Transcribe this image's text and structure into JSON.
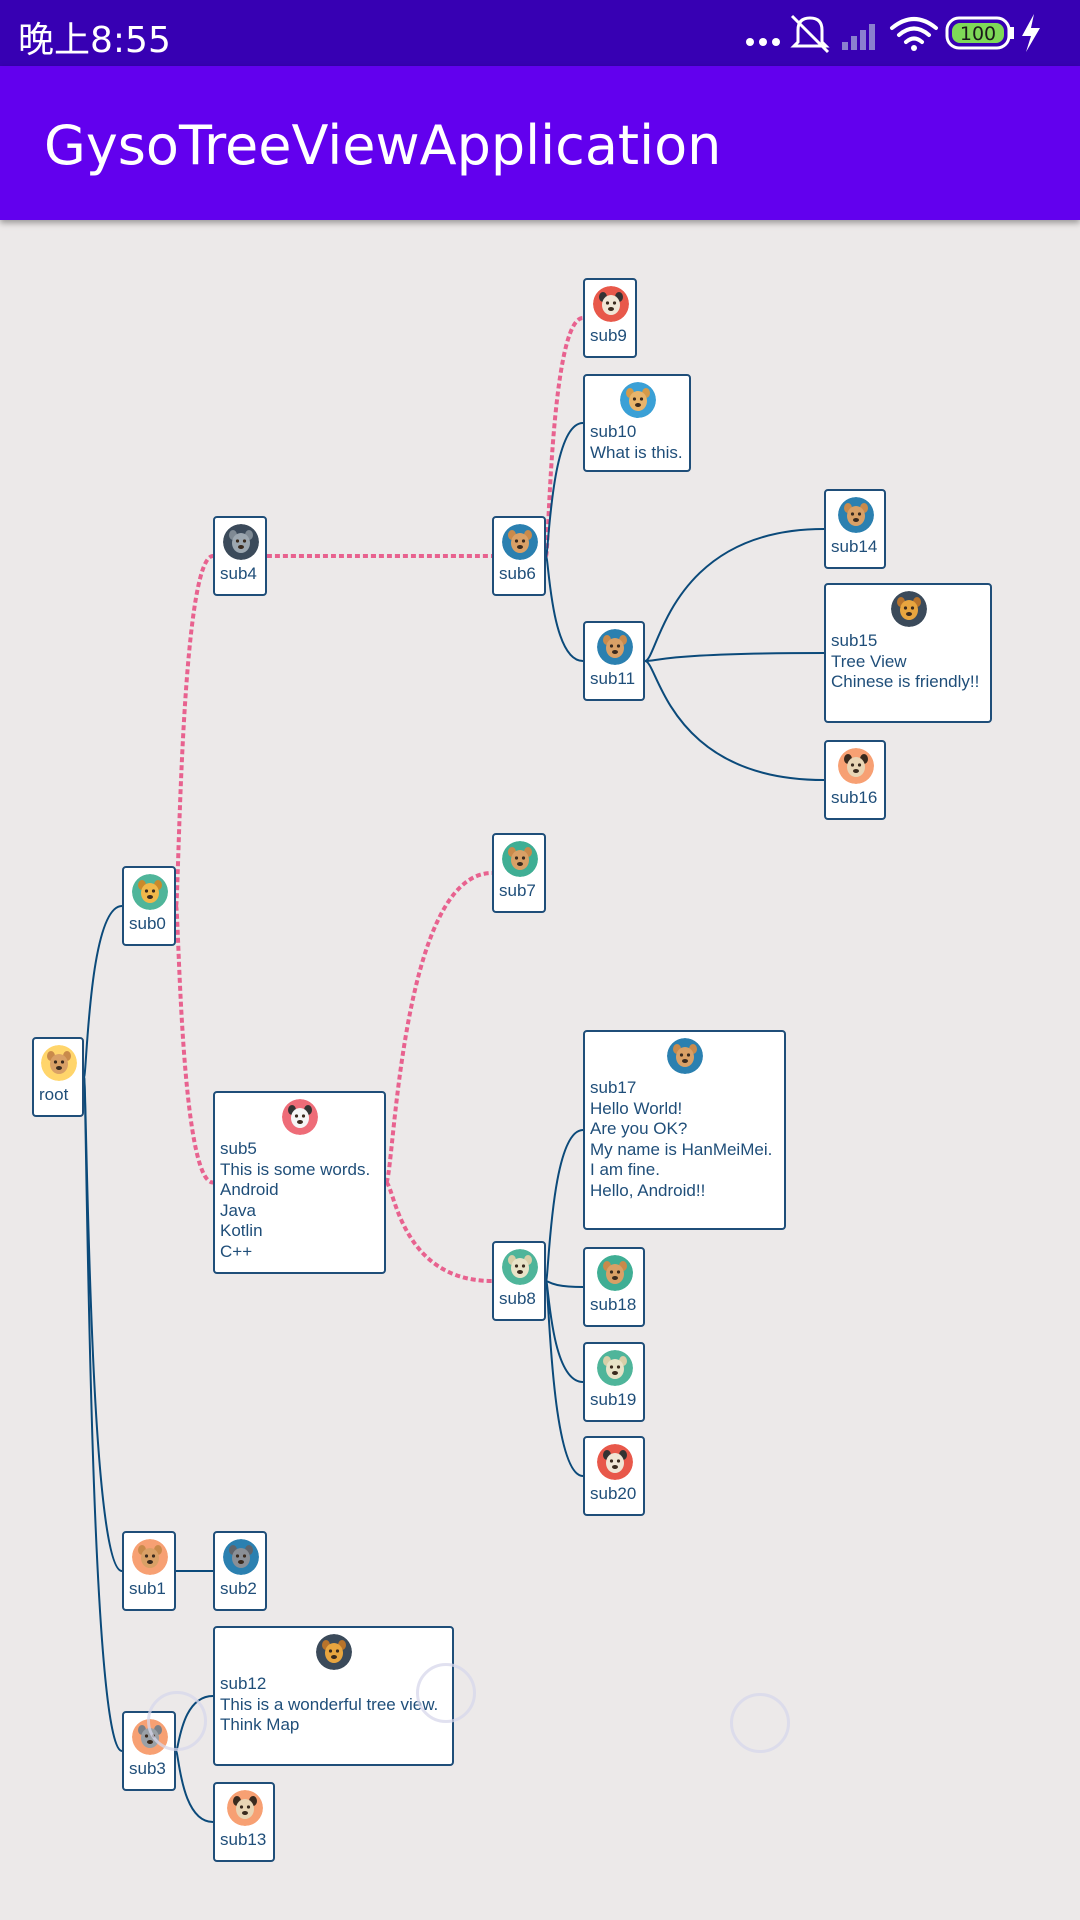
{
  "status_bar": {
    "time": "晚上8:55",
    "battery": "100",
    "background": "#3700b3"
  },
  "app_bar": {
    "title": "GysoTreeViewApplication",
    "background": "#6200ee"
  },
  "colors": {
    "node_border": "#1f4e79",
    "edge": "#0b4a7a",
    "dashed_edge": "#e8628f",
    "canvas_bg": "#ece9e9"
  },
  "tree": {
    "nodes": [
      {
        "id": "root",
        "animal": "dog",
        "bg": "#ffd56b",
        "lines": [
          "root"
        ]
      },
      {
        "id": "sub0",
        "animal": "tiger",
        "bg": "#4fb59a",
        "lines": [
          "sub0"
        ]
      },
      {
        "id": "sub1",
        "animal": "deer",
        "bg": "#f7a073",
        "lines": [
          "sub1"
        ]
      },
      {
        "id": "sub2",
        "animal": "wolf",
        "bg": "#2b80b0",
        "lines": [
          "sub2"
        ]
      },
      {
        "id": "sub3",
        "animal": "koala",
        "bg": "#f7a073",
        "lines": [
          "sub3"
        ]
      },
      {
        "id": "sub4",
        "animal": "elephant",
        "bg": "#3b4a5a",
        "lines": [
          "sub4"
        ]
      },
      {
        "id": "sub5",
        "animal": "panda",
        "bg": "#ee6c78",
        "lines": [
          "sub5",
          "This is some words.",
          "Android",
          "Java",
          "Kotlin",
          "C++"
        ]
      },
      {
        "id": "sub6",
        "animal": "bull",
        "bg": "#2b80b0",
        "lines": [
          "sub6"
        ]
      },
      {
        "id": "sub7",
        "animal": "deer",
        "bg": "#3fae94",
        "lines": [
          "sub7"
        ]
      },
      {
        "id": "sub8",
        "animal": "sheep",
        "bg": "#4fb59a",
        "lines": [
          "sub8"
        ]
      },
      {
        "id": "sub9",
        "animal": "antelope",
        "bg": "#e8584a",
        "lines": [
          "sub9"
        ]
      },
      {
        "id": "sub10",
        "animal": "cat",
        "bg": "#3aa0d6",
        "lines": [
          "sub10",
          "What is this."
        ]
      },
      {
        "id": "sub11",
        "animal": "kangaroo",
        "bg": "#2b80b0",
        "lines": [
          "sub11"
        ]
      },
      {
        "id": "sub12",
        "animal": "lion",
        "bg": "#3b4a5a",
        "lines": [
          "sub12",
          "This is a wonderful tree view.",
          "Think Map"
        ]
      },
      {
        "id": "sub13",
        "animal": "pug",
        "bg": "#f7a073",
        "lines": [
          "sub13"
        ]
      },
      {
        "id": "sub14",
        "animal": "kangaroo",
        "bg": "#2b80b0",
        "lines": [
          "sub14"
        ]
      },
      {
        "id": "sub15",
        "animal": "lion",
        "bg": "#3b4a5a",
        "lines": [
          "sub15",
          "Tree View",
          "Chinese is friendly!!"
        ]
      },
      {
        "id": "sub16",
        "animal": "pug",
        "bg": "#f7a073",
        "lines": [
          "sub16"
        ]
      },
      {
        "id": "sub17",
        "animal": "bull",
        "bg": "#2b80b0",
        "lines": [
          "sub17",
          "Hello World!",
          "Are you OK?",
          "My name is HanMeiMei.",
          "I am fine.",
          "Hello, Android!!"
        ]
      },
      {
        "id": "sub18",
        "animal": "deer",
        "bg": "#3fae94",
        "lines": [
          "sub18"
        ]
      },
      {
        "id": "sub19",
        "animal": "sheep",
        "bg": "#4fb59a",
        "lines": [
          "sub19"
        ]
      },
      {
        "id": "sub20",
        "animal": "antelope",
        "bg": "#e8584a",
        "lines": [
          "sub20"
        ]
      }
    ],
    "edges": [
      {
        "from": "root",
        "to": "sub0",
        "dashed": false
      },
      {
        "from": "root",
        "to": "sub1",
        "dashed": false
      },
      {
        "from": "root",
        "to": "sub3",
        "dashed": false
      },
      {
        "from": "sub0",
        "to": "sub4",
        "dashed": true
      },
      {
        "from": "sub0",
        "to": "sub5",
        "dashed": true
      },
      {
        "from": "sub1",
        "to": "sub2",
        "dashed": false
      },
      {
        "from": "sub3",
        "to": "sub12",
        "dashed": false
      },
      {
        "from": "sub3",
        "to": "sub13",
        "dashed": false
      },
      {
        "from": "sub4",
        "to": "sub6",
        "dashed": true
      },
      {
        "from": "sub5",
        "to": "sub7",
        "dashed": true
      },
      {
        "from": "sub5",
        "to": "sub8",
        "dashed": true
      },
      {
        "from": "sub6",
        "to": "sub9",
        "dashed": true
      },
      {
        "from": "sub6",
        "to": "sub10",
        "dashed": false
      },
      {
        "from": "sub6",
        "to": "sub11",
        "dashed": false
      },
      {
        "from": "sub11",
        "to": "sub14",
        "dashed": false
      },
      {
        "from": "sub11",
        "to": "sub15",
        "dashed": false
      },
      {
        "from": "sub11",
        "to": "sub16",
        "dashed": false
      },
      {
        "from": "sub8",
        "to": "sub17",
        "dashed": false
      },
      {
        "from": "sub8",
        "to": "sub18",
        "dashed": false
      },
      {
        "from": "sub8",
        "to": "sub19",
        "dashed": false
      },
      {
        "from": "sub8",
        "to": "sub20",
        "dashed": false
      }
    ]
  }
}
